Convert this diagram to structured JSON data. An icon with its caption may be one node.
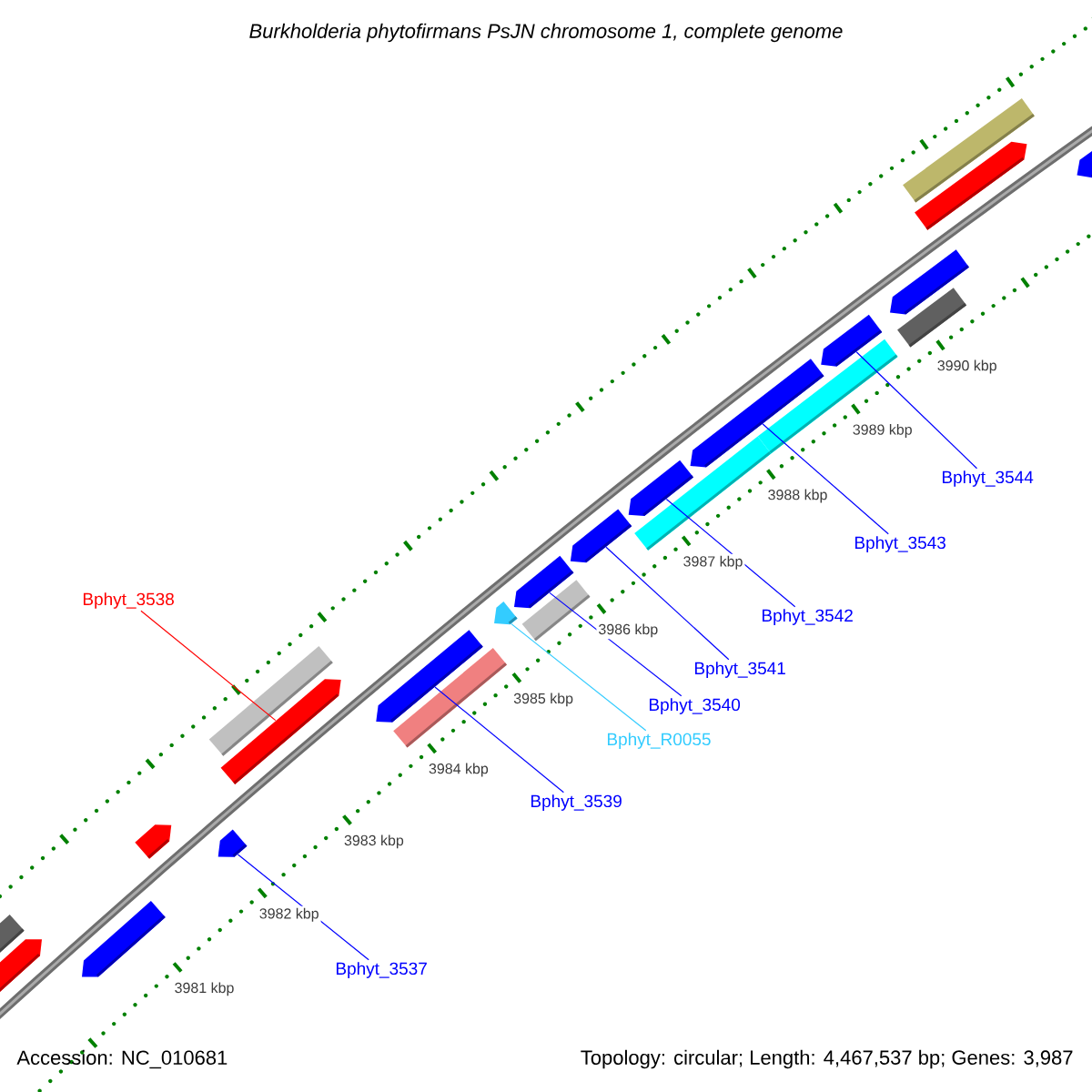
{
  "diagram": {
    "title": "Burkholderia phytofirmans PsJN chromosome 1, complete genome",
    "nodes": [
      {
        "text": [
          "Bphyt_3544"
        ]
      },
      {
        "text": [
          "Bphyt_3543"
        ]
      },
      {
        "text": [
          "Bphyt_3538"
        ]
      },
      {
        "text": [
          "Bphyt_3542"
        ]
      },
      {
        "text": [
          "Bphyt_3541"
        ]
      },
      {
        "text": [
          "Bphyt_3540"
        ]
      },
      {
        "text": [
          "Bphyt_R0055"
        ]
      },
      {
        "text": [
          "Bphyt_3539"
        ]
      },
      {
        "text": [
          "Bphyt_3537"
        ]
      },
      {
        "text": [],
        "shape": "bar"
      },
      {
        "text": [],
        "shape": "bar"
      },
      {
        "text": [],
        "shape": "bar"
      },
      {
        "text": [],
        "shape": "bar"
      },
      {
        "text": [],
        "shape": "bar"
      },
      {
        "text": [],
        "shape": "bar"
      },
      {
        "text": [],
        "shape": "bar"
      },
      {
        "text": [],
        "shape": "bar"
      },
      {
        "text": [],
        "shape": "bar"
      },
      {
        "text": [],
        "shape": "bar"
      },
      {
        "text": [],
        "shape": "bar"
      },
      {
        "text": [],
        "shape": "bar"
      },
      {
        "text": [],
        "shape": "bar"
      },
      {
        "text": [],
        "shape": "bar"
      },
      {
        "text": [],
        "shape": "bar"
      },
      {
        "text": [],
        "shape": "bar"
      },
      {
        "text": [],
        "shape": "bar"
      },
      {
        "text": [],
        "shape": "bar"
      },
      {
        "text": [],
        "shape": "bar"
      },
      {
        "text": [],
        "shape": "bar"
      },
      {
        "text": [],
        "shape": "bar"
      },
      {
        "text": [],
        "shape": "bar"
      },
      {
        "text": [],
        "shape": "bar"
      }
    ],
    "edges": [
      {
        "from": 0,
        "to": 26,
        "arrow": "none"
      },
      {
        "from": 1,
        "to": 24,
        "arrow": "none"
      },
      {
        "from": 2,
        "to": 14,
        "arrow": "none",
        "color": "#ff0000"
      },
      {
        "from": 3,
        "to": 23,
        "arrow": "none"
      },
      {
        "from": 4,
        "to": 21,
        "arrow": "none"
      },
      {
        "from": 5,
        "to": 20,
        "arrow": "none"
      },
      {
        "from": 6,
        "to": 18,
        "arrow": "none",
        "color": "#33ccff"
      },
      {
        "from": 7,
        "to": 16,
        "arrow": "none"
      },
      {
        "from": 8,
        "to": 13,
        "arrow": "none"
      }
    ],
    "labels": [
      "3981 kbp",
      "3982 kbp",
      "3983 kbp",
      "3984 kbp",
      "3985 kbp",
      "3986 kbp",
      "3987 kbp",
      "3988 kbp",
      "3989 kbp",
      "3990 kbp",
      "Accession: NC_010681",
      "Topology: circular; Length: 4,467,537 bp; Genes: 3,987"
    ]
  }
}
